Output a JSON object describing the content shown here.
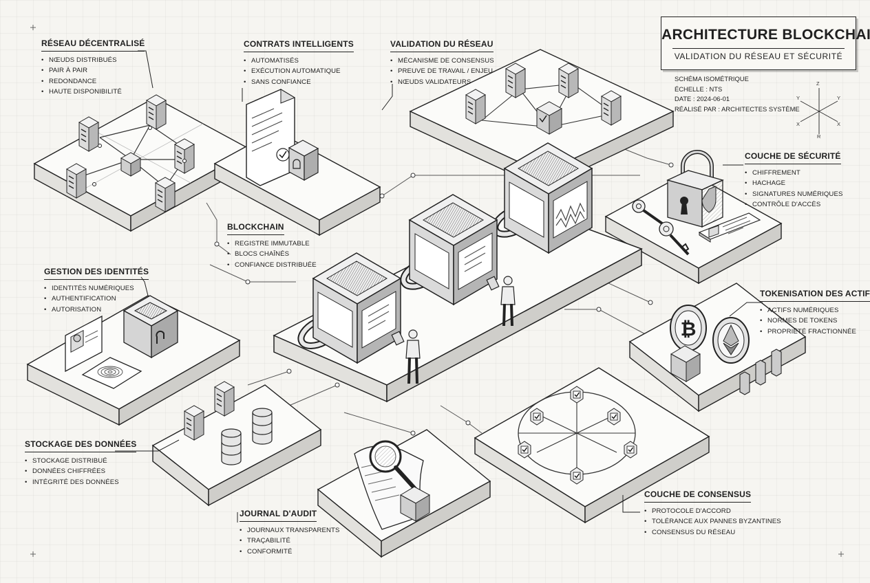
{
  "title": {
    "main": "ARCHITECTURE BLOCKCHAIN",
    "subtitle": "VALIDATION DU RÉSEAU ET SÉCURITÉ"
  },
  "meta": {
    "line1": "SCHÉMA ISOMÉTRIQUE",
    "line2": "ÉCHELLE : NTS",
    "line3": "DATE : 2024-06-01",
    "line4": "RÉALISÉ PAR : ARCHITECTES SYSTÈME"
  },
  "compass": {
    "z": "Z",
    "y_left": "Y",
    "y_right": "Y",
    "x_left": "X",
    "x_right": "X",
    "r": "R"
  },
  "sections": {
    "reseau": {
      "title": "RÉSEAU DÉCENTRALISÉ",
      "items": [
        "NŒUDS DISTRIBUÉS",
        "PAIR À PAIR",
        "REDONDANCE",
        "HAUTE DISPONIBILITÉ"
      ]
    },
    "contrats": {
      "title": "CONTRATS INTELLIGENTS",
      "items": [
        "AUTOMATISÉS",
        "EXÉCUTION AUTOMATIQUE",
        "SANS CONFIANCE"
      ]
    },
    "validation": {
      "title": "VALIDATION DU RÉSEAU",
      "items": [
        "MÉCANISME DE CONSENSUS",
        "PREUVE DE TRAVAIL / ENJEU",
        "NŒUDS VALIDATEURS"
      ]
    },
    "securite": {
      "title": "COUCHE DE SÉCURITÉ",
      "items": [
        "CHIFFREMENT",
        "HACHAGE",
        "SIGNATURES NUMÉRIQUES",
        "CONTRÔLE D'ACCÈS"
      ]
    },
    "blockchain": {
      "title": "BLOCKCHAIN",
      "items": [
        "REGISTRE IMMUTABLE",
        "BLOCS CHAÎNÉS",
        "CONFIANCE DISTRIBUÉE"
      ]
    },
    "identites": {
      "title": "GESTION DES IDENTITÉS",
      "items": [
        "IDENTITÉS NUMÉRIQUES",
        "AUTHENTIFICATION",
        "AUTORISATION"
      ]
    },
    "tokenisation": {
      "title": "TOKENISATION DES ACTIFS",
      "items": [
        "ACTIFS NUMÉRIQUES",
        "NORMES DE TOKENS",
        "PROPRIÉTÉ FRACTIONNÉE"
      ]
    },
    "stockage": {
      "title": "STOCKAGE DES DONNÉES",
      "items": [
        "STOCKAGE DISTRIBUÉ",
        "DONNÉES CHIFFRÉES",
        "INTÉGRITÉ DES DONNÉES"
      ]
    },
    "audit": {
      "title": "JOURNAL D'AUDIT",
      "items": [
        "JOURNAUX TRANSPARENTS",
        "TRAÇABILITÉ",
        "CONFORMITÉ"
      ]
    },
    "consensus": {
      "title": "COUCHE DE CONSENSUS",
      "items": [
        "PROTOCOLE D'ACCORD",
        "TOLÉRANCE AUX PANNES BYZANTINES",
        "CONSENSUS DU RÉSEAU"
      ]
    }
  }
}
